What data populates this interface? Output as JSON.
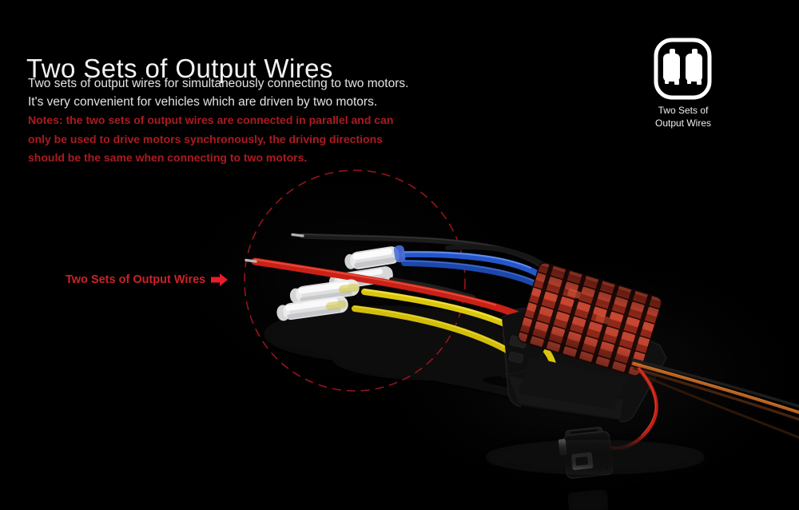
{
  "header": {
    "title": "Two Sets of Output Wires",
    "description": [
      "Two sets of output wires for simultaneously connecting to two motors.",
      "It's very convenient for vehicles which are driven by two motors."
    ],
    "notes": [
      "Notes: the two sets of output wires are connected in parallel and can",
      "only be used to drive motors synchronously, the driving directions",
      "should be the same when connecting to two motors."
    ]
  },
  "callout": {
    "label": "Two Sets of Output Wires",
    "arrow_icon": "arrow-right-icon"
  },
  "feature_badge": {
    "icon": "two-motors-icon",
    "caption": [
      "Two Sets of",
      "Output Wires"
    ]
  },
  "colors": {
    "background": "#000000",
    "title_text": "#f4f4f4",
    "body_text": "#e3e3e3",
    "notes_red": "#aa1b21",
    "callout_red": "#ce2129",
    "arrow_red": "#e81c2b",
    "highlight_circle_red": "#a01420",
    "wire_black": "#1c1c1c",
    "wire_red": "#c92117",
    "wire_blue": "#2456cc",
    "wire_yellow": "#dcc60d",
    "connector_white": "#ececec",
    "heatsink_red": "#c84732",
    "esc_case_black": "#101010",
    "servo_wire_orange": "#b9611f"
  }
}
